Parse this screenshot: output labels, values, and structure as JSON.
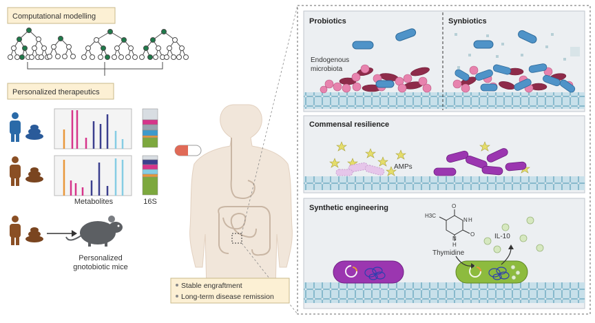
{
  "left": {
    "computational_modelling": "Computational modelling",
    "personalized_therapeutics": "Personalized therapeutics",
    "metabolites": "Metabolites",
    "sixteen_s": "16S",
    "mice_line1": "Personalized",
    "mice_line2": "gnotobiotic mice"
  },
  "center": {
    "outcomes": [
      "Stable engraftment",
      "Long-term disease remission"
    ]
  },
  "right": {
    "probiotics": "Probiotics",
    "synbiotics": "Synbiotics",
    "endogenous_line1": "Endogenous",
    "endogenous_line2": "microbiota",
    "commensal_resilience": "Commensal resilience",
    "amps": "AMPs",
    "synthetic_engineering": "Synthetic engineering",
    "thymidine": "Thymidine",
    "il10": "IL-10",
    "chem": {
      "h3c": "H3C",
      "o1": "O",
      "o2": "O",
      "n1": "N",
      "n2": "N",
      "h1": "H",
      "h2": "H"
    }
  },
  "colors": {
    "label_box_bg": "#fcf0d4",
    "label_box_border": "#c8b98a",
    "panel_bg": "#eceff2",
    "epithelium": "#c8e0ea",
    "epithelium_border": "#87b9cc",
    "probiotic_blue": "#4f93c8",
    "pink": "#e783ae",
    "maroon": "#8e2b4a",
    "purple": "#9b36b0",
    "green_bacterium": "#8dbb3e",
    "body": "#f1e6da",
    "human_blue": "#2a6aa8",
    "human_brown": "#8a4f24"
  }
}
